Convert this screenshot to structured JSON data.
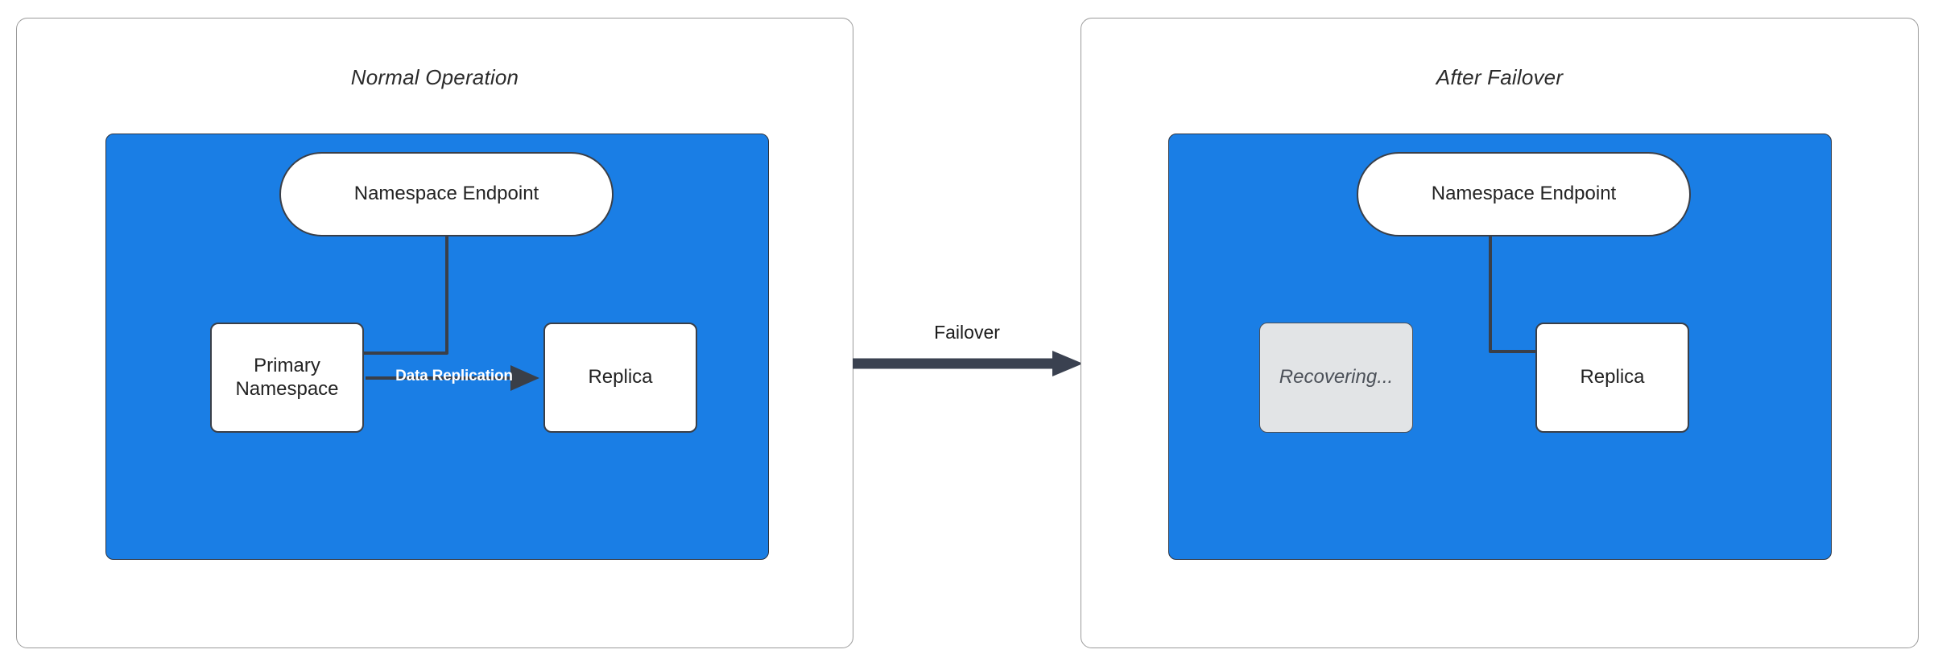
{
  "diagram": {
    "title_normal": "Normal Operation",
    "title_failover": "After Failover",
    "transition_label": "Failover",
    "colors": {
      "region_blue": "#1a7ee5",
      "node_white": "#ffffff",
      "node_gray": "#e2e4e6",
      "stroke_dark": "#3a3f48",
      "panel_border": "#9a9a9a",
      "label_white": "#ffffff",
      "text_dark": "#232323"
    }
  },
  "panels": [
    {
      "id": "normal-operation",
      "title": "Normal Operation",
      "nodes": [
        {
          "id": "namespace-endpoint",
          "label": "Namespace Endpoint",
          "shape": "pill",
          "state": "active"
        },
        {
          "id": "primary-namespace",
          "label": "Primary\nNamespace",
          "shape": "box",
          "state": "active"
        },
        {
          "id": "replica",
          "label": "Replica",
          "shape": "box",
          "state": "active"
        }
      ],
      "edges": [
        {
          "id": "endpoint-to-primary",
          "from": "namespace-endpoint",
          "to": "primary-namespace",
          "label": ""
        },
        {
          "id": "primary-to-replica",
          "from": "primary-namespace",
          "to": "replica",
          "label": "Data Replication"
        }
      ]
    },
    {
      "id": "after-failover",
      "title": "After Failover",
      "nodes": [
        {
          "id": "namespace-endpoint",
          "label": "Namespace Endpoint",
          "shape": "pill",
          "state": "active"
        },
        {
          "id": "recovering",
          "label": "Recovering...",
          "shape": "box",
          "state": "recovering"
        },
        {
          "id": "replica",
          "label": "Replica",
          "shape": "box",
          "state": "active"
        }
      ],
      "edges": [
        {
          "id": "endpoint-to-replica",
          "from": "namespace-endpoint",
          "to": "replica",
          "label": ""
        }
      ]
    }
  ],
  "transition": {
    "label": "Failover",
    "from_panel": "normal-operation",
    "to_panel": "after-failover",
    "direction": "right"
  }
}
